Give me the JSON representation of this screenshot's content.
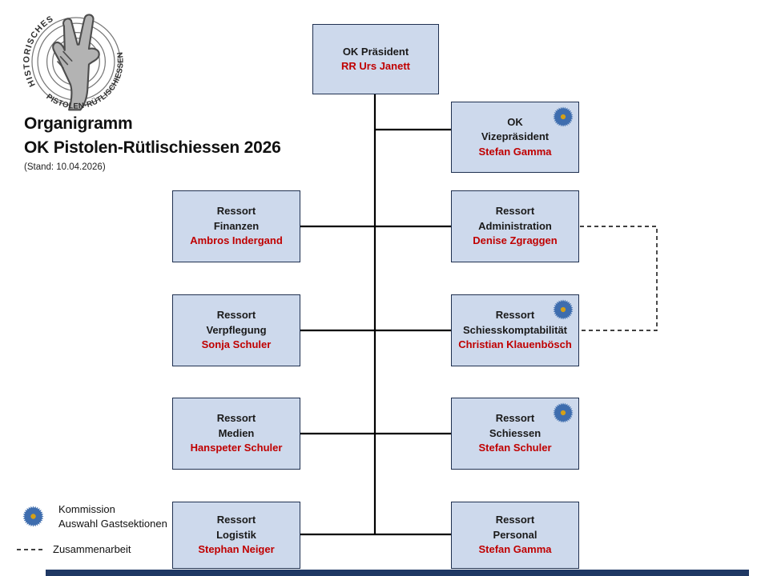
{
  "title": {
    "line1": "Organigramm",
    "line2": "OK Pistolen-Rütlischiessen 2026",
    "stand": "(Stand: 10.04.2026)"
  },
  "logo": {
    "text_upper": "HISTORISCHES",
    "text_lower": "PISTOLEN-RÜTLISCHIESSEN"
  },
  "nodes": {
    "president": {
      "title1": "OK Präsident",
      "title2": "",
      "name": "RR Urs Janett"
    },
    "vize": {
      "title1": "OK",
      "title2": "Vizepräsident",
      "name": "Stefan Gamma"
    },
    "finanzen": {
      "title1": "Ressort",
      "title2": "Finanzen",
      "name": "Ambros Indergand"
    },
    "admin": {
      "title1": "Ressort",
      "title2": "Administration",
      "name": "Denise Zgraggen"
    },
    "verpflegung": {
      "title1": "Ressort",
      "title2": "Verpflegung",
      "name": "Sonja Schuler"
    },
    "schiesskompt": {
      "title1": "Ressort",
      "title2": "Schiesskomptabilität",
      "name": "Christian Klauenbösch"
    },
    "medien": {
      "title1": "Ressort",
      "title2": "Medien",
      "name": "Hanspeter Schuler"
    },
    "schiessen": {
      "title1": "Ressort",
      "title2": "Schiessen",
      "name": "Stefan Schuler"
    },
    "logistik": {
      "title1": "Ressort",
      "title2": "Logistik",
      "name": "Stephan Neiger"
    },
    "personal": {
      "title1": "Ressort",
      "title2": "Personal",
      "name": "Stefan Gamma"
    }
  },
  "badges": {
    "meaning": "Kommission Auswahl Gastsektionen",
    "on_nodes": [
      "vize",
      "schiesskompt",
      "schiessen"
    ]
  },
  "legend": {
    "kommission_line1": "Kommission",
    "kommission_line2": "Auswahl Gastsektionen",
    "zusammenarbeit": "Zusammenarbeit"
  },
  "colors": {
    "node_fill": "#cdd9ec",
    "node_border": "#1f3050",
    "title_text": "#1a1a1a",
    "name_red": "#c00000",
    "badge_blue": "#3e6dae",
    "badge_gold": "#d4a017",
    "connector_black": "#000000",
    "footer_navy": "#1f3864"
  }
}
